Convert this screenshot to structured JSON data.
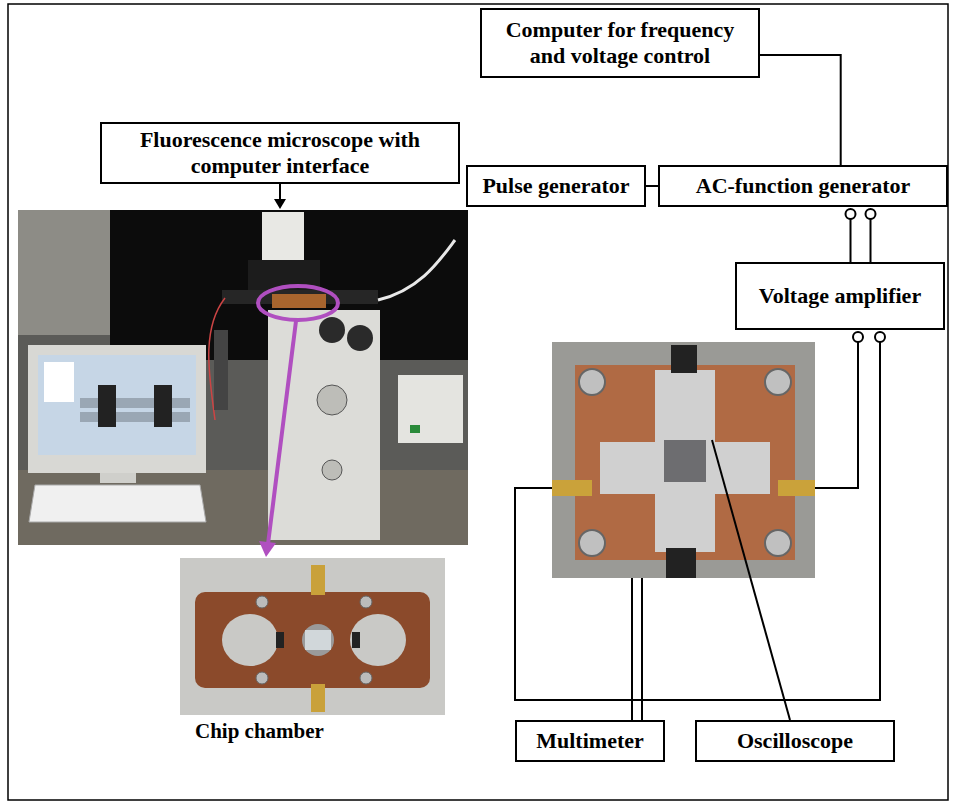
{
  "diagram": {
    "nodes": [
      {
        "text": [
          "Computer for frequency and voltage control"
        ]
      },
      {
        "text": [
          "Fluorescence microscope with computer interface"
        ]
      },
      {
        "text": [
          "Pulse generator"
        ]
      },
      {
        "text": [
          "AC-function generator"
        ]
      },
      {
        "text": [
          "Voltage amplifier"
        ]
      },
      {
        "text": [
          "Multimeter"
        ]
      },
      {
        "text": [
          "Oscilloscope"
        ]
      }
    ],
    "edges": [
      {
        "from": 0,
        "to": 3,
        "arrow": "none"
      },
      {
        "from": 2,
        "to": 3,
        "arrow": "none"
      },
      {
        "from": 3,
        "to": 4,
        "arrow": "none"
      }
    ],
    "labels": [
      "Chip chamber"
    ]
  }
}
